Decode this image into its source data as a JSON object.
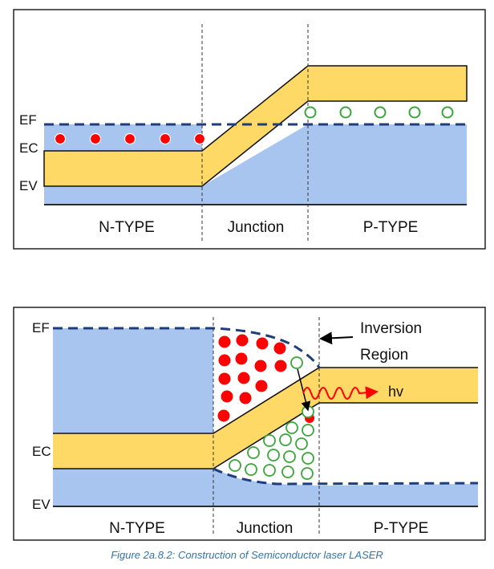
{
  "colors": {
    "blue_fill": "#a8c5f0",
    "band_fill": "#ffd966",
    "fermi_line": "#1f3d7a",
    "electron": "#ff0000",
    "hole": "#3aa63a",
    "photon": "#ff0000",
    "caption": "#2e74b5"
  },
  "icons": {
    "electron": "red-dot",
    "hole": "green-circle",
    "photon": "wave-arrow"
  },
  "top_diagram": {
    "ef_label": "EF",
    "ec_label": "EC",
    "ev_label": "EV",
    "regions": [
      "N-TYPE",
      "Junction",
      "P-TYPE"
    ],
    "electron_count": 5,
    "hole_count": 5
  },
  "bottom_diagram": {
    "ef_label": "EF",
    "ec_label": "EC",
    "ev_label": "EV",
    "inversion_label_line1": "Inversion",
    "inversion_label_line2": "Region",
    "photon_label": "hv",
    "regions": [
      "N-TYPE",
      "Junction",
      "P-TYPE"
    ]
  },
  "caption": "Figure 2a.8.2: Construction of Semiconductor laser LASER"
}
